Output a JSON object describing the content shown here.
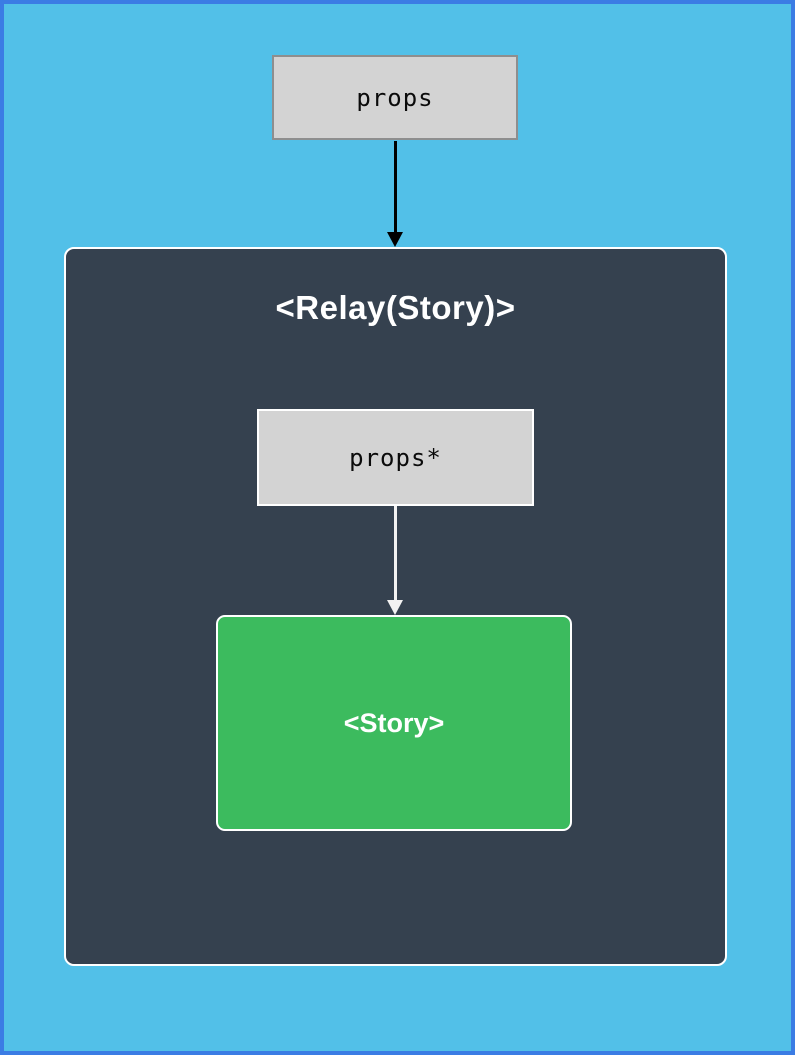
{
  "diagram": {
    "props_box": {
      "label": "props"
    },
    "relay_container": {
      "title": "<Relay(Story)>"
    },
    "inner_props_box": {
      "label": "props*"
    },
    "story_box": {
      "label": "<Story>"
    },
    "colors": {
      "page_bg": "#52c0e8",
      "page_border": "#3b7ce4",
      "container_bg": "#35414f",
      "box_bg": "#d3d3d3",
      "box_border": "#8e8e8e",
      "green_bg": "#3cbb5e",
      "arrow_dark": "#000000",
      "arrow_light": "#f2f2f2"
    }
  }
}
